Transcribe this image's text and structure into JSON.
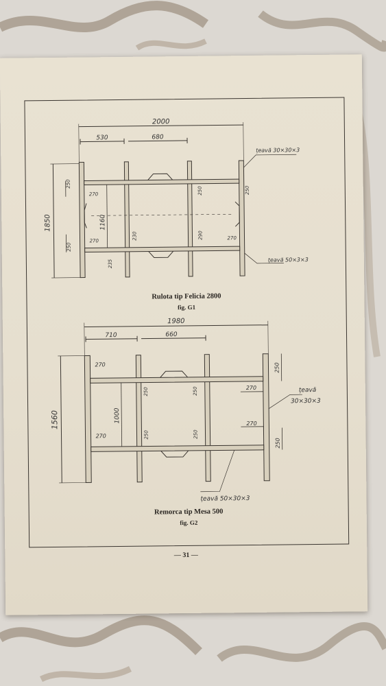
{
  "page": {
    "number": "— 31 —"
  },
  "figure1": {
    "title": "Rulota tip Felicia 2800",
    "label": "fig. G1",
    "dim_overall_width": "2000",
    "dim_530": "530",
    "dim_680": "680",
    "dim_1850": "1850",
    "dim_1160": "1160",
    "dim_250_top": "250",
    "dim_250_bottom": "250",
    "dim_270_a": "270",
    "dim_270_b": "270",
    "dim_270_c": "270",
    "dim_230": "230",
    "dim_235": "235",
    "dim_250_right": "250",
    "dim_290": "290",
    "dim_250_mid": "250",
    "tube_top": "țeavă 30×30×3",
    "tube_bottom": "țeavă 50×3×3"
  },
  "figure2": {
    "title": "Remorca tip Mesa 500",
    "label": "fig. G2",
    "dim_overall_width": "1980",
    "dim_710": "710",
    "dim_660": "660",
    "dim_1560": "1560",
    "dim_1000": "1000",
    "dim_270_top": "270",
    "dim_270_bottom": "270",
    "dim_270_right_top": "270",
    "dim_270_right_bottom": "270",
    "dim_250_right": "250",
    "dim_250_left_mid": "250",
    "dim_250_mid": "250",
    "dim_250_low": "250",
    "dim_250_low_mid": "250",
    "dim_250_right_low": "250",
    "tube_right_1": "țeavă",
    "tube_right_2": "30×30×3",
    "tube_bottom": "țeavă 50×30×3"
  }
}
